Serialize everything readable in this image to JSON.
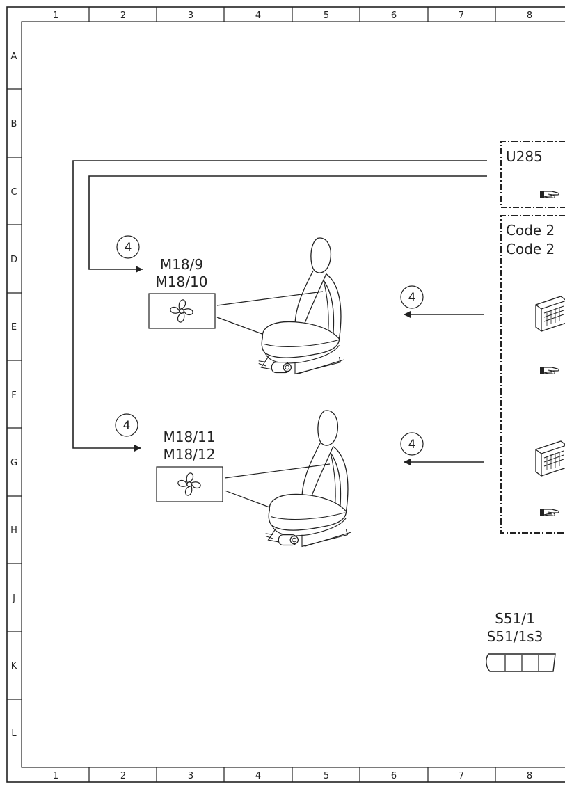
{
  "grid": {
    "columns": [
      "1",
      "2",
      "3",
      "4",
      "5",
      "6",
      "7",
      "8"
    ],
    "rows": [
      "A",
      "B",
      "C",
      "D",
      "E",
      "F",
      "G",
      "H",
      "J",
      "K",
      "L"
    ]
  },
  "components": {
    "fan_upper": {
      "line1": "M18/9",
      "line2": "M18/10"
    },
    "fan_lower": {
      "line1": "M18/11",
      "line2": "M18/12"
    },
    "switch": {
      "line1": "S51/1",
      "line2": "S51/1s3"
    },
    "control_unit": {
      "label": "U285"
    },
    "codes": {
      "line1": "Code 2",
      "line2": "Code 2"
    }
  },
  "callouts": {
    "upper_left": "4",
    "upper_right": "4",
    "lower_left": "4",
    "lower_right": "4"
  },
  "icons": [
    "hand-pointer-icon",
    "fan-icon",
    "seat-icon",
    "connector-icon",
    "switch-connector-icon"
  ]
}
